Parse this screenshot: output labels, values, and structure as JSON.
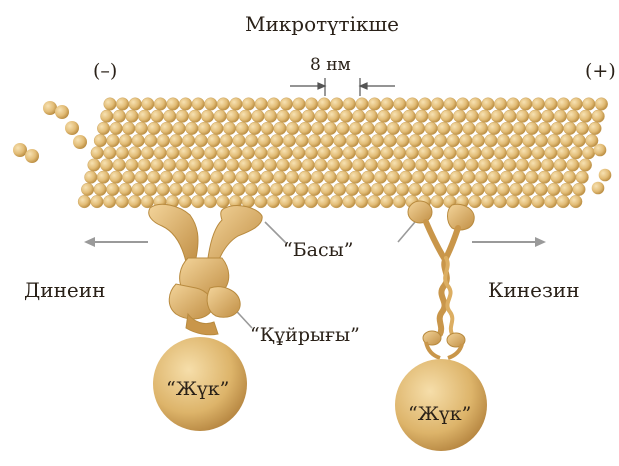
{
  "title": "Микротүтікше",
  "minus_end": "(–)",
  "plus_end": "(+)",
  "spacing_label": "8 нм",
  "dynein_label": "Динеин",
  "kinesin_label": "Кинезин",
  "head_label": "“Басы”",
  "tail_label": "“Құйрығы”",
  "cargo_label_left": "“Жүк”",
  "cargo_label_right": "“Жүк”",
  "colors": {
    "tubulin": "#e2bc76",
    "tubulin_dark": "#b88a3e",
    "motor": "#dcae62",
    "cargo": "#ddb46a",
    "arrow": "#9a9a9a",
    "text": "#2a2118"
  }
}
